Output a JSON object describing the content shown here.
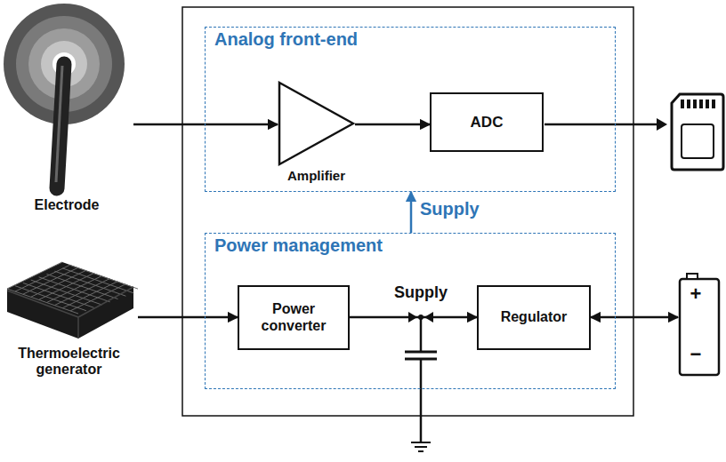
{
  "diagram": {
    "nodes": [
      {
        "text": [
          "Electrode"
        ]
      },
      {
        "text": [
          "Analog front-end"
        ]
      },
      {
        "text": [
          "Amplifier"
        ],
        "in": 1
      },
      {
        "text": [
          "ADC"
        ],
        "in": 1
      },
      {
        "text": [
          "Power management"
        ]
      },
      {
        "text": [
          "Power converter"
        ],
        "in": 4
      },
      {
        "text": [
          "Regulator"
        ],
        "in": 4
      },
      {
        "text": [
          "Thermoelectric generator"
        ]
      },
      {
        "text": [
          "+",
          "−"
        ]
      }
    ],
    "edges": [
      {
        "from": 0,
        "to": 2,
        "arrow": "to"
      },
      {
        "from": 2,
        "to": 3,
        "arrow": "to"
      },
      {
        "from": 4,
        "to": 1,
        "label": "Supply",
        "arrow": "to"
      },
      {
        "from": 7,
        "to": 5,
        "arrow": "to"
      },
      {
        "from": 5,
        "to": 6,
        "label": "Supply",
        "arrow": "to"
      },
      {
        "from": 6,
        "to": 8,
        "arrow": "both"
      }
    ]
  }
}
